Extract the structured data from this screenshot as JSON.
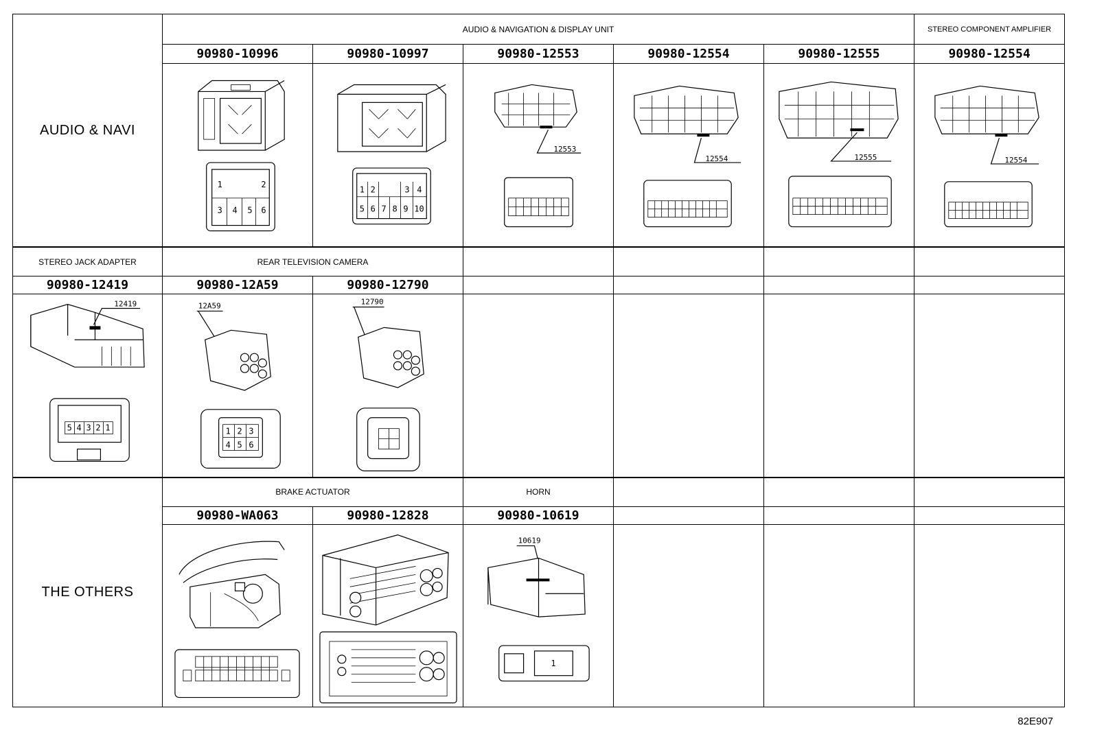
{
  "sections": {
    "audio_navi": {
      "label": "AUDIO & NAVI",
      "group_unit": "AUDIO & NAVIGATION & DISPLAY UNIT",
      "group_amp": "STEREO COMPONENT AMPLIFIER",
      "parts": [
        "90980-10996",
        "90980-10997",
        "90980-12553",
        "90980-12554",
        "90980-12555",
        "90980-12554"
      ],
      "callouts": [
        "12553",
        "12554",
        "12555",
        "12554"
      ],
      "pins_10996_top": [
        "1",
        "2"
      ],
      "pins_10996_bottom": [
        "3",
        "4",
        "5",
        "6"
      ],
      "pins_10997_top": [
        "1",
        "2",
        "3",
        "4"
      ],
      "pins_10997_bottom": [
        "5",
        "6",
        "7",
        "8",
        "9",
        "10"
      ]
    },
    "mid": {
      "group_jack": "STEREO JACK ADAPTER",
      "group_camera": "REAR TELEVISION CAMERA",
      "parts": [
        "90980-12419",
        "90980-12A59",
        "90980-12790"
      ],
      "callouts": [
        "12419",
        "12A59",
        "12790"
      ],
      "pins_12419": [
        "5",
        "4",
        "3",
        "2",
        "1"
      ],
      "pins_12A59": [
        "1",
        "2",
        "3",
        "4",
        "5",
        "6"
      ]
    },
    "others": {
      "label": "THE OTHERS",
      "group_brake": "BRAKE ACTUATOR",
      "group_horn": "HORN",
      "parts": [
        "90980-WA063",
        "90980-12828",
        "90980-10619"
      ],
      "callouts": [
        "10619"
      ],
      "pins_10619": [
        "1"
      ]
    }
  },
  "figure_code": "82E907"
}
